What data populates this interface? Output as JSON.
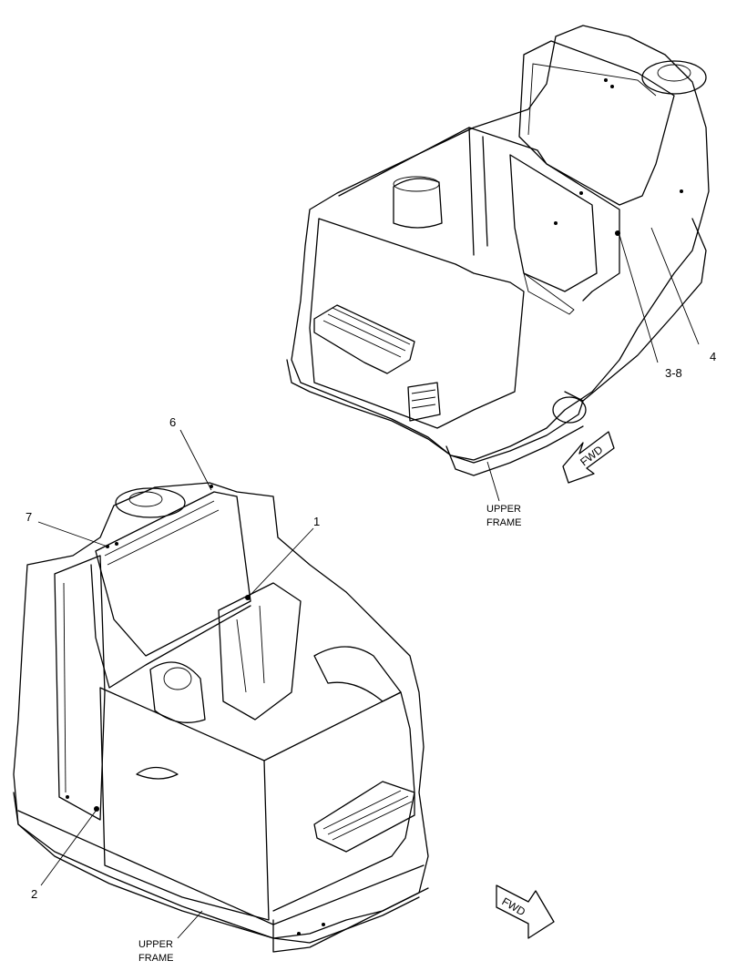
{
  "callouts": [
    {
      "id": "c6",
      "label": "6"
    },
    {
      "id": "c7",
      "label": "7"
    },
    {
      "id": "c1",
      "label": "1"
    },
    {
      "id": "c2",
      "label": "2"
    },
    {
      "id": "c4",
      "label": "4"
    },
    {
      "id": "c38",
      "label": "3-8"
    }
  ],
  "frame_labels": [
    {
      "line1": "UPPER",
      "line2": "FRAME"
    },
    {
      "line1": "UPPER",
      "line2": "FRAME"
    }
  ],
  "fwd_arrows": [
    {
      "label": "FWD"
    },
    {
      "label": "FWD"
    }
  ]
}
